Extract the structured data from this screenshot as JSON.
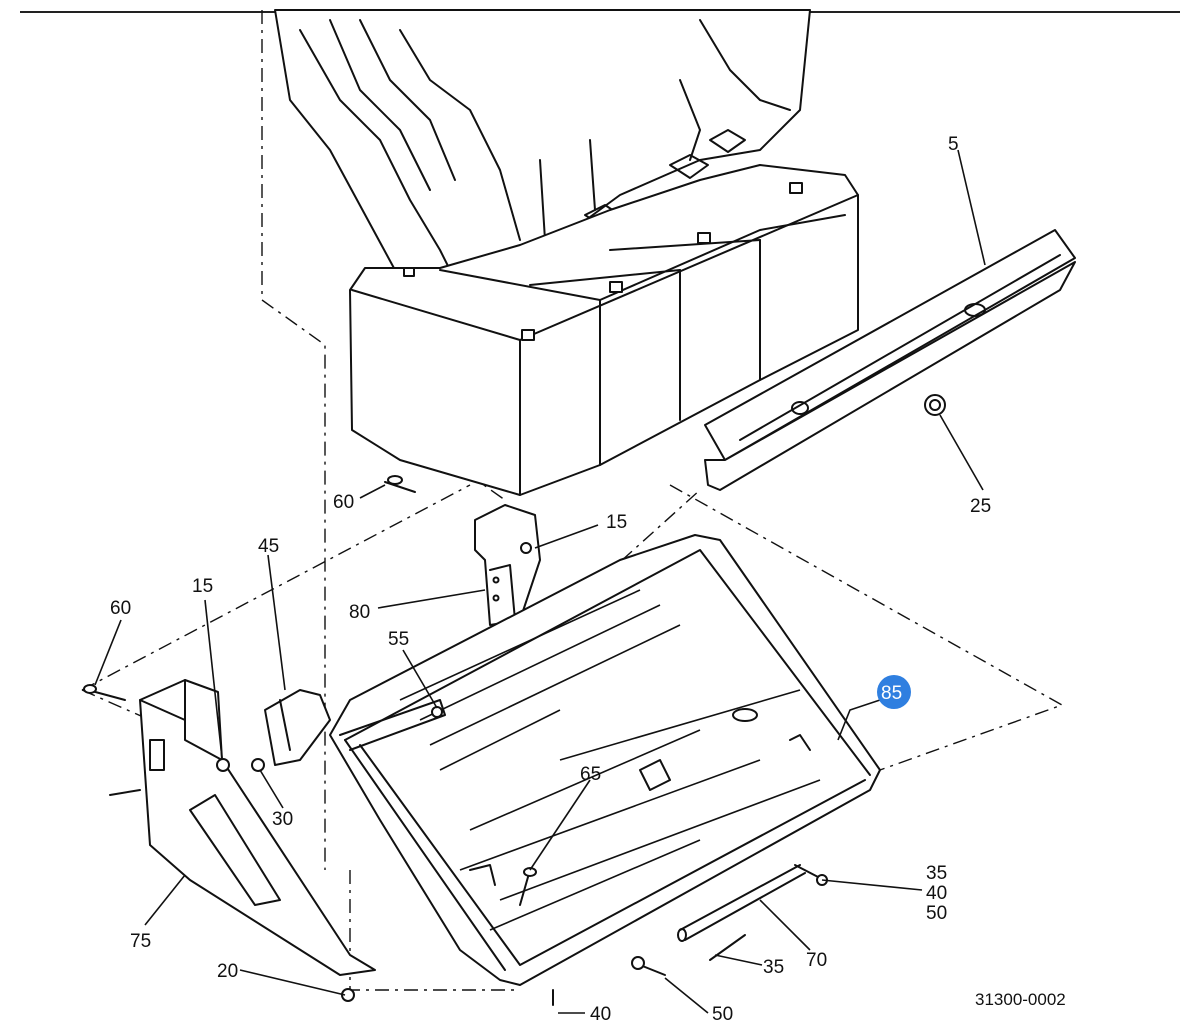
{
  "diagram": {
    "figure_number": "31300-0002",
    "highlight_color": "#2f7fe0",
    "callouts": [
      {
        "key": "c5",
        "text": "5"
      },
      {
        "key": "c25",
        "text": "25"
      },
      {
        "key": "c60a",
        "text": "60"
      },
      {
        "key": "c15a",
        "text": "15"
      },
      {
        "key": "c45",
        "text": "45"
      },
      {
        "key": "c60b",
        "text": "60"
      },
      {
        "key": "c15b",
        "text": "15"
      },
      {
        "key": "c80",
        "text": "80"
      },
      {
        "key": "c55",
        "text": "55"
      },
      {
        "key": "c85",
        "text": "85",
        "highlighted": true
      },
      {
        "key": "c30",
        "text": "30"
      },
      {
        "key": "c65",
        "text": "65"
      },
      {
        "key": "c35a",
        "text": "35"
      },
      {
        "key": "c40a",
        "text": "40"
      },
      {
        "key": "c50a",
        "text": "50"
      },
      {
        "key": "c75",
        "text": "75"
      },
      {
        "key": "c70",
        "text": "70"
      },
      {
        "key": "c35b",
        "text": "35"
      },
      {
        "key": "c20",
        "text": "20"
      },
      {
        "key": "c40b",
        "text": "40"
      },
      {
        "key": "c50b",
        "text": "50"
      }
    ]
  }
}
